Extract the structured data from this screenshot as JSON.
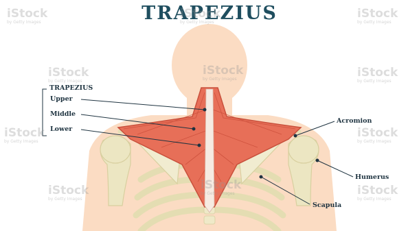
{
  "title": "TRAPEZIUS",
  "labels": {
    "group": "TRAPEZIUS",
    "upper": "Upper",
    "middle": "Middle",
    "lower": "Lower",
    "acromion": "Acromion",
    "humerus": "Humerus",
    "scapula": "Scapula"
  },
  "watermark": {
    "brand": "iStock",
    "credit": "by Getty Images"
  },
  "colors": {
    "title": "#1f4e5f",
    "label": "#1e3340",
    "skin": "#fbdcc3",
    "bone": "#ece6c2",
    "muscle": "#e76f58"
  }
}
